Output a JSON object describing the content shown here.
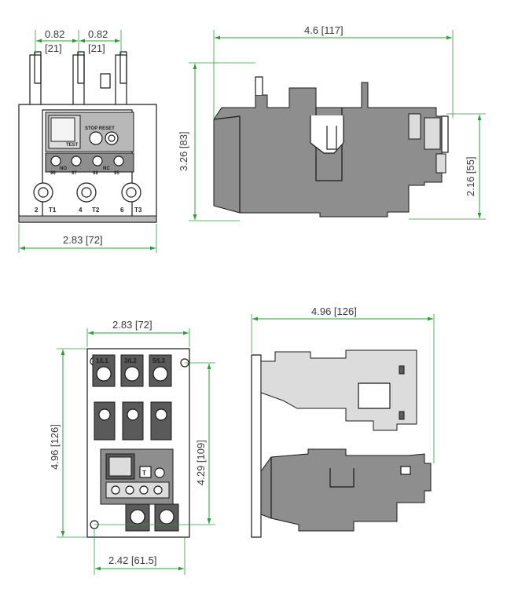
{
  "colors": {
    "dimension_line": "#2e9e3c",
    "outline": "#1a1a1a",
    "body_grey": "#8e8e8e"
  },
  "views": {
    "front_top": {
      "dims": {
        "pitch_left": "0.82",
        "pitch_left_mm": "[21]",
        "pitch_right": "0.82",
        "pitch_right_mm": "[21]",
        "width": "2.83 [72]"
      },
      "labels": {
        "test": "TEST",
        "stop_reset": "STOP RESET",
        "contact_96": "96",
        "contact_97": "97",
        "contact_98": "98",
        "contact_95": "95",
        "no": "NO",
        "nc": "NC",
        "t2": "2",
        "t1": "T1",
        "t4": "4",
        "t2b": "T2",
        "t6": "6",
        "t3": "T3"
      }
    },
    "side_top": {
      "dims": {
        "length": "4.6 [117]",
        "height": "3.26 [83]",
        "right_height": "2.16 [55]"
      }
    },
    "front_bottom": {
      "dims": {
        "width": "2.83 [72]",
        "height": "4.96 [126]",
        "mount_height": "4.29 [109]",
        "bottom_width": "2.42 [61.5]"
      },
      "labels": {
        "l1": "1/L1",
        "l2": "3/L2",
        "l3": "5/L3"
      }
    },
    "side_bottom": {
      "dims": {
        "length": "4.96 [126]"
      }
    }
  }
}
